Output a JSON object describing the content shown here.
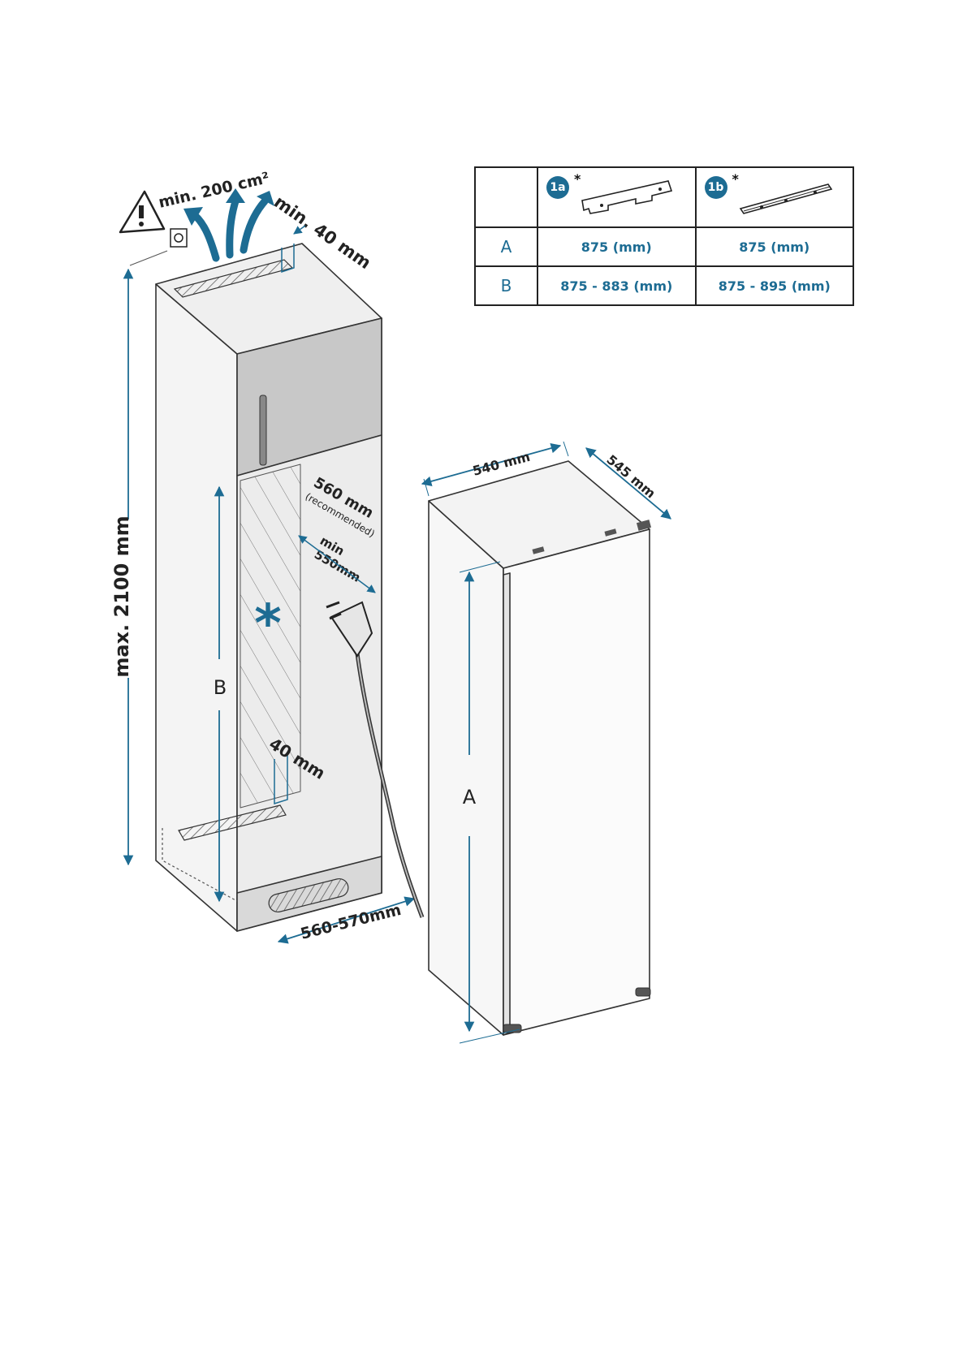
{
  "colors": {
    "accent": "#1d6c93",
    "cabinet_line": "#333333",
    "cabinet_fill": "#f3f3f3",
    "inner_fill": "#ededed",
    "door_fill": "#c9c9c9"
  },
  "icons": [
    "warning-icon",
    "ventilation-grille-icon",
    "airflow-arrow-icon",
    "power-plug-icon",
    "asterisk-icon"
  ],
  "labels": {
    "vent_area": "min. 200 cm²",
    "top_gap": "min. 40 mm",
    "max_height": "max. 2100 mm",
    "depth_recommended": "560 mm",
    "depth_recommended_note": "(recommended)",
    "depth_min_1": "min",
    "depth_min_2": "550mm",
    "rear_gap": "40 mm",
    "niche_width": "560-570mm",
    "appliance_width": "540 mm",
    "appliance_depth": "545 mm",
    "dim_a": "A",
    "dim_b": "B",
    "asterisk": "*"
  },
  "table": {
    "variants": [
      {
        "badge": "1a",
        "mark": "*"
      },
      {
        "badge": "1b",
        "mark": "*"
      }
    ],
    "rows": [
      {
        "label": "A",
        "values": [
          "875 (mm)",
          "875 (mm)"
        ]
      },
      {
        "label": "B",
        "values": [
          "875 - 883 (mm)",
          "875 - 895 (mm)"
        ]
      }
    ]
  }
}
